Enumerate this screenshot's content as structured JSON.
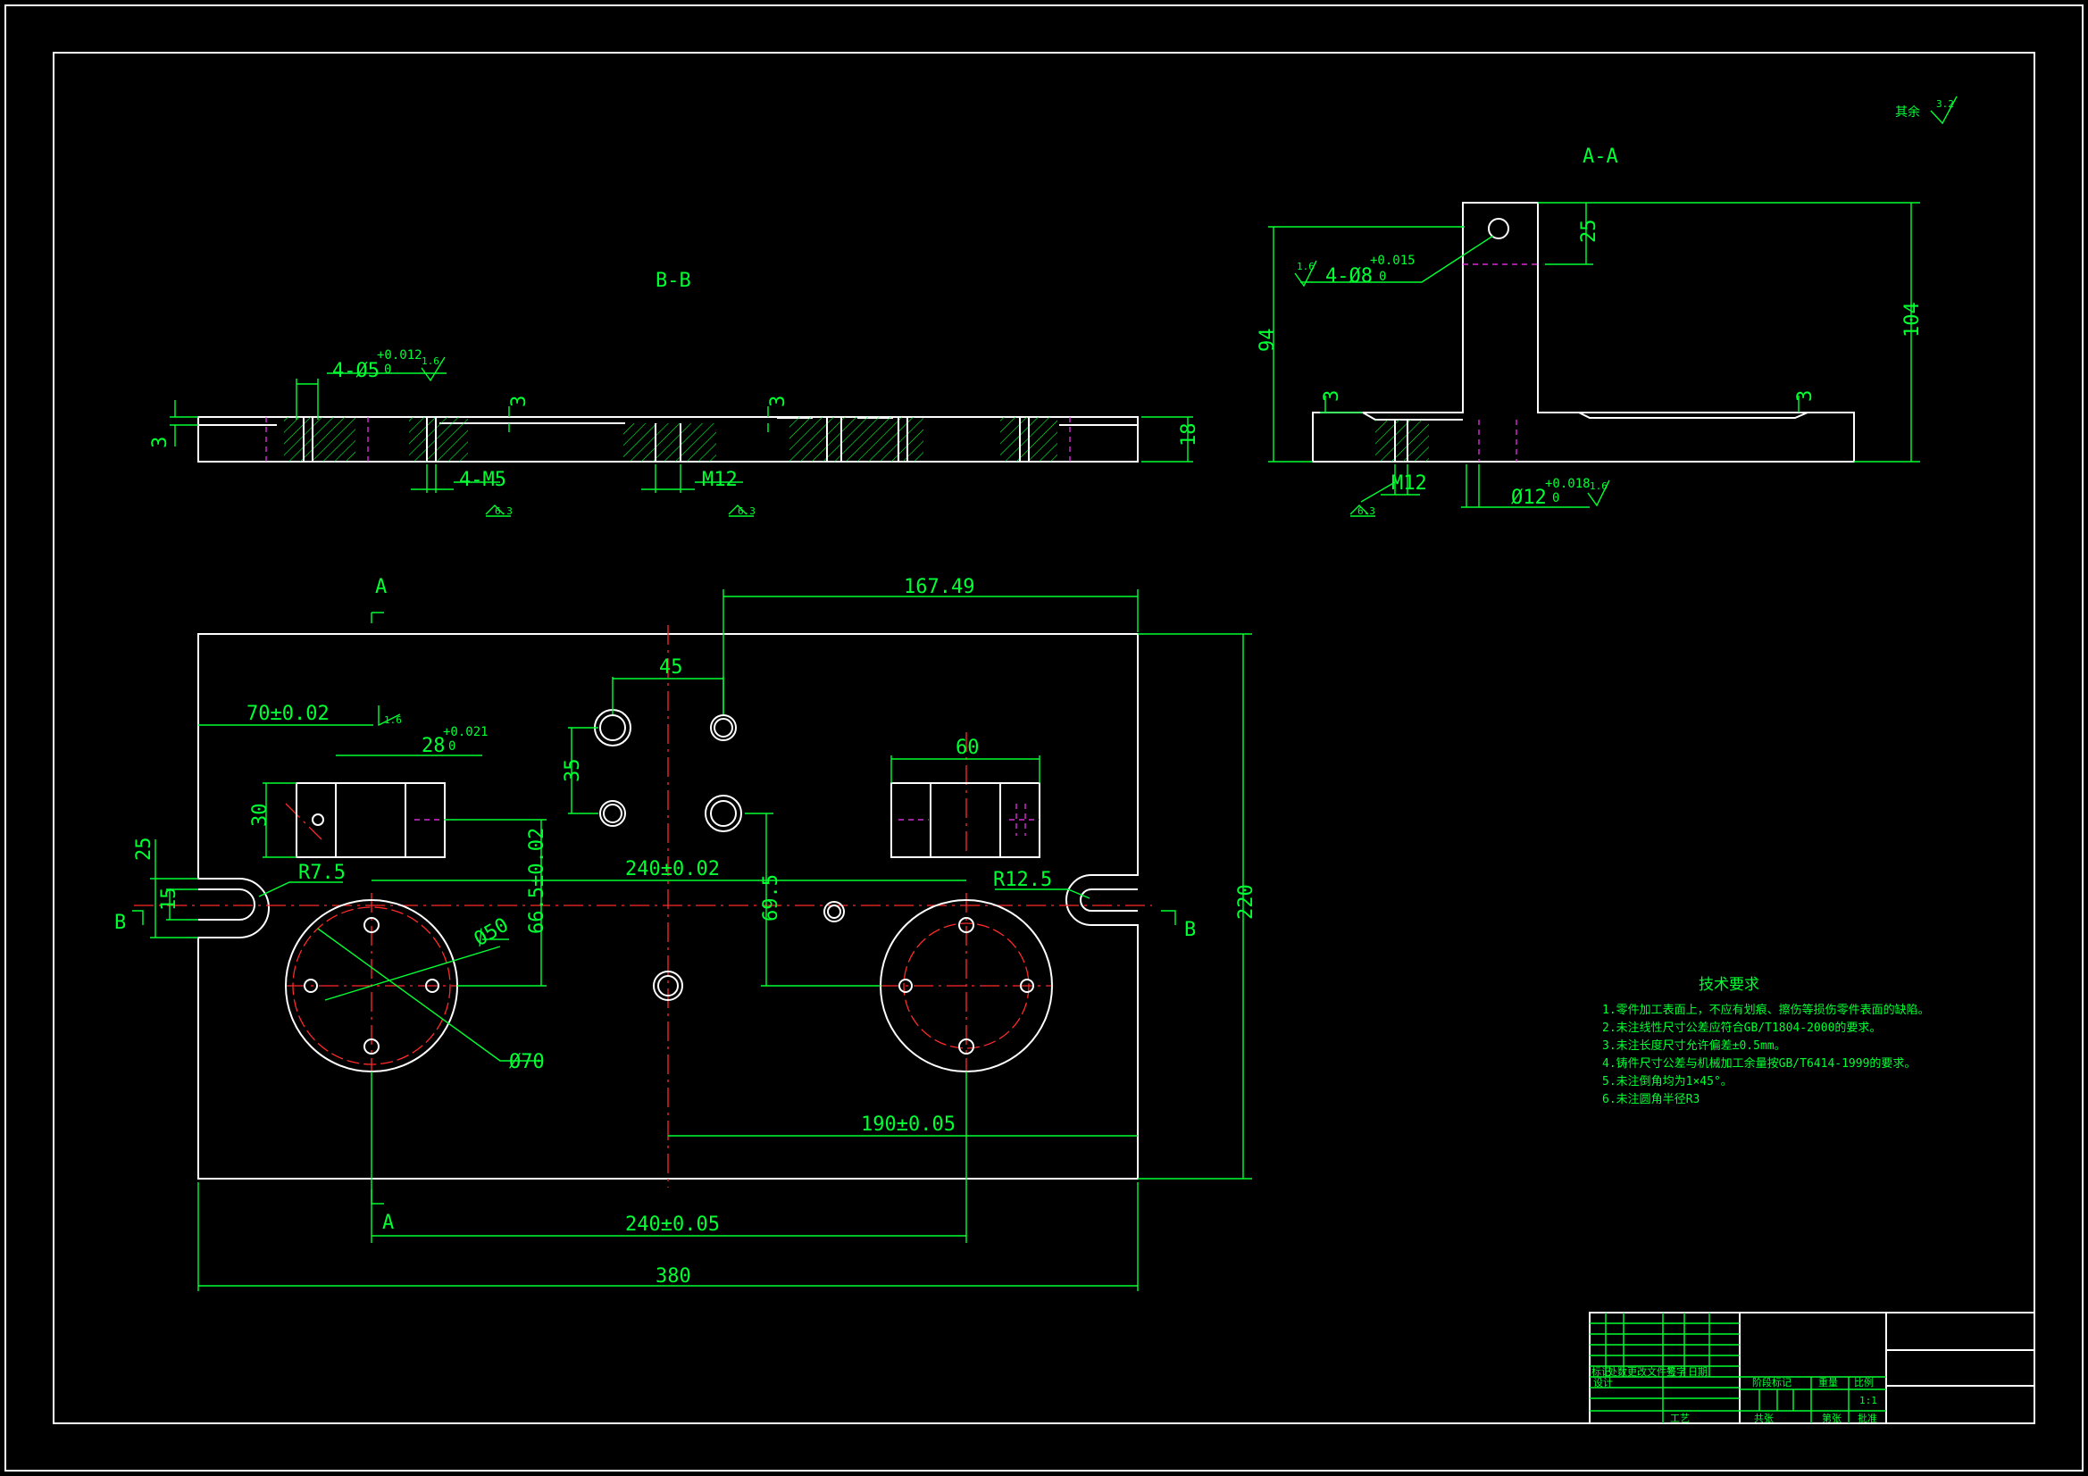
{
  "section_bb": {
    "title": "B-B",
    "hole_label": "4-Ø5",
    "hole_tol_upper": "+0.012",
    "hole_tol_lower": "0",
    "hole_roughness": "1.6",
    "thread_label": "4-M5",
    "thread_roughness": "6.3",
    "m12_label": "M12",
    "m12_roughness": "6.3",
    "step_left": "3",
    "step_mid1": "3",
    "step_mid2": "3",
    "thickness": "18",
    "left_step": "3"
  },
  "section_aa": {
    "title": "A-A",
    "hole_label": "4-Ø8",
    "hole_tol_upper": "+0.015",
    "hole_tol_lower": "0",
    "hole_roughness": "1.6",
    "dim_25": "25",
    "dim_94": "94",
    "dim_104": "104",
    "step_left": "3",
    "step_right": "3",
    "m12_label": "M12",
    "m12_roughness": "6.3",
    "bore_label": "Ø12",
    "bore_tol_upper": "+0.018",
    "bore_tol_lower": "0",
    "bore_roughness": "1.6"
  },
  "plan_view": {
    "cut_a_top": "A",
    "cut_a_bottom": "A",
    "cut_b_left": "B",
    "cut_b_right": "B",
    "dim_167": "167.49",
    "dim_45": "45",
    "dim_35": "35",
    "dim_70": "70±0.02",
    "dim_28": "28",
    "dim_28_tol_upper": "+0.021",
    "dim_28_tol_lower": "0",
    "dim_28_roughness": "1.6",
    "dim_30": "30",
    "dim_60": "60",
    "dim_25": "25",
    "dim_15": "15",
    "r75": "R7.5",
    "r125": "R12.5",
    "dim_240_top": "240±0.02",
    "dim_665": "66.5±0.02",
    "dim_695": "69.5",
    "d50": "Ø50",
    "d70": "Ø70",
    "dim_190": "190±0.05",
    "dim_220": "220",
    "dim_240_bottom": "240±0.05",
    "dim_380": "380"
  },
  "surface_finish": {
    "label": "其余",
    "value": "3.2"
  },
  "tech_requirements": {
    "title": "技术要求",
    "items": [
      "1.零件加工表面上，不应有划痕、擦伤等损伤零件表面的缺陷。",
      "2.未注线性尺寸公差应符合GB/T1804-2000的要求。",
      "3.未注长度尺寸允许偏差±0.5mm。",
      "4.铸件尺寸公差与机械加工余量按GB/T6414-1999的要求。",
      "5.未注倒角均为1×45°。",
      "6.未注圆角半径R3"
    ]
  },
  "title_block": {
    "rev_headers": [
      "标记",
      "处数",
      "更改文件号",
      "签字",
      "日期"
    ],
    "design": "设计",
    "process": "工艺",
    "stage": "阶段标记",
    "weight": "重量",
    "scale": "比例",
    "scale_value": "1:1",
    "sheet_total": "共张",
    "sheet_no": "第张",
    "approve": "批准"
  }
}
